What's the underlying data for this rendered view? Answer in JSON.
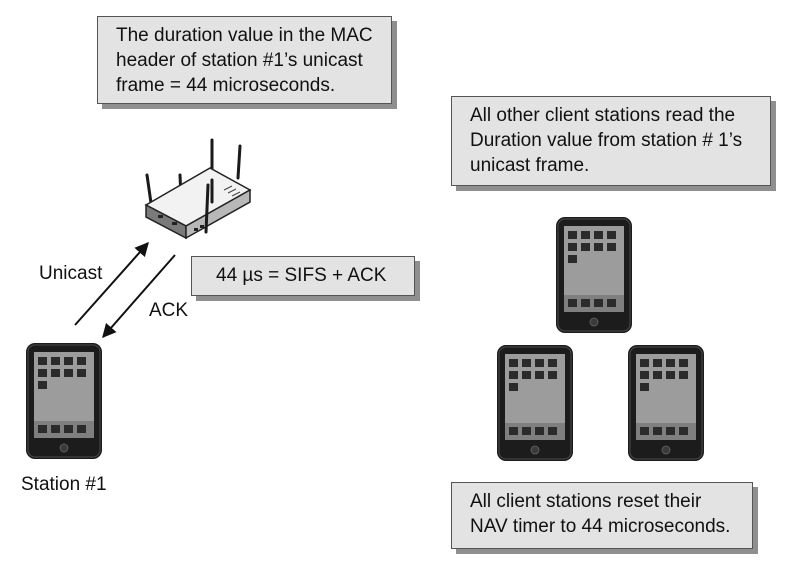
{
  "callouts": {
    "mac_duration": "The duration value in the MAC\nheader of station #1’s unicast\nframe = 44 microseconds.",
    "other_stations_read": "All other client stations read the\nDuration value from station # 1’s\nunicast frame.",
    "equation": "44 µs = SIFS + ACK",
    "nav_reset": "All client stations reset their\nNAV timer to 44 microseconds."
  },
  "labels": {
    "unicast": "Unicast",
    "ack": "ACK",
    "station": "Station #1"
  },
  "icons": {
    "access_point": "wireless-router-icon",
    "tablet": "tablet-icon"
  },
  "colors": {
    "callout_fill": "#e3e3e3",
    "callout_shadow": "#8f8f8f",
    "device_frame": "#1c1c1c",
    "screen": "#9a9a9a"
  }
}
